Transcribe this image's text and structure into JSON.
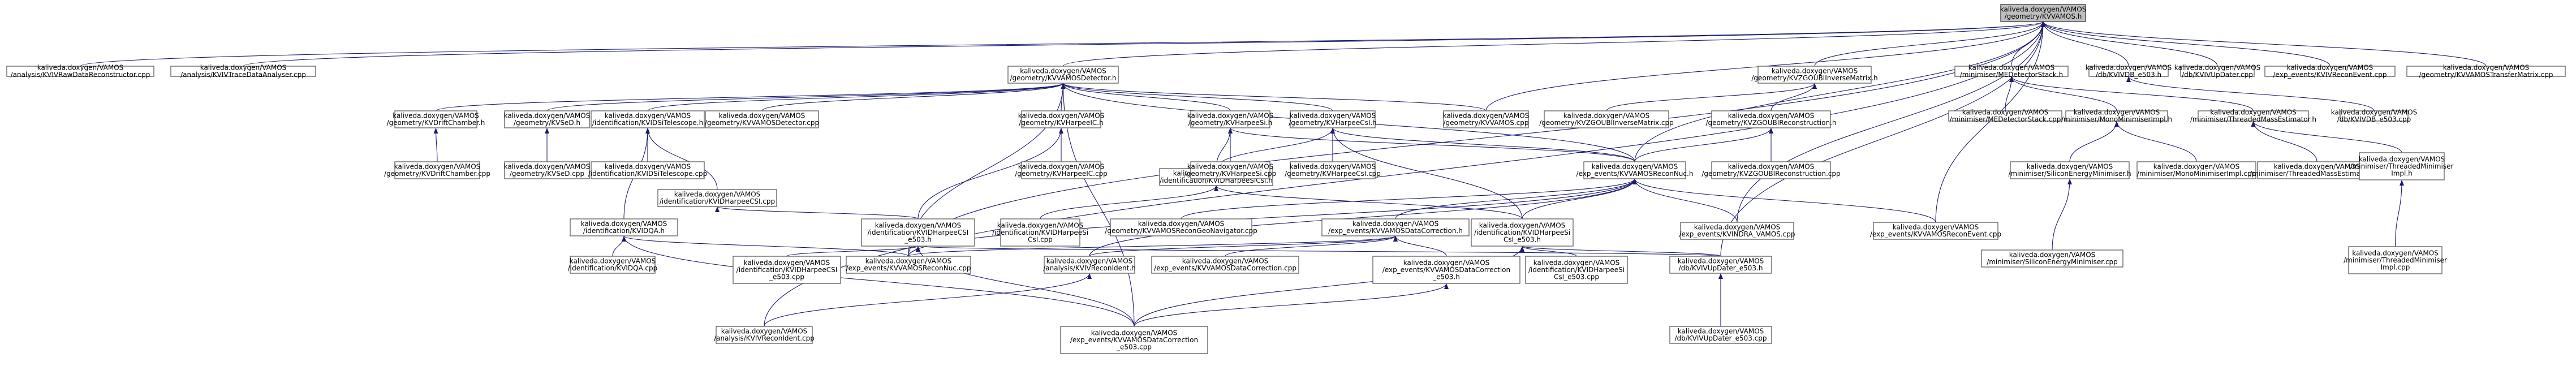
{
  "graph": {
    "nodes": [
      {
        "id": "root",
        "lines": [
          "kaliveda.doxygen/VAMOS",
          "/geometry/KVVAMOS.h"
        ],
        "root": true
      },
      {
        "id": "ana_raw",
        "lines": [
          "kaliveda.doxygen/VAMOS",
          "/analysis/KVIVRawDataReconstructor.cpp"
        ]
      },
      {
        "id": "ana_trace",
        "lines": [
          "kaliveda.doxygen/VAMOS",
          "/analysis/KVIVTraceDataAnalyser.cpp"
        ]
      },
      {
        "id": "det_h",
        "lines": [
          "kaliveda.doxygen/VAMOS",
          "/geometry/KVVAMOSDetector.h"
        ]
      },
      {
        "id": "zgoubi_inv_h",
        "lines": [
          "kaliveda.doxygen/VAMOS",
          "/geometry/KVZGOUBIInverseMatrix.h"
        ]
      },
      {
        "id": "mde_stack_h",
        "lines": [
          "kaliveda.doxygen/VAMOS",
          "/minimiser/MEDetectorStack.h"
        ]
      },
      {
        "id": "vdb_e503_h",
        "lines": [
          "kaliveda.doxygen/VAMOS",
          "/db/KVIVDB_e503.h"
        ]
      },
      {
        "id": "upd_cpp",
        "lines": [
          "kaliveda.doxygen/VAMOS",
          "/db/KVIVUpDater.cpp"
        ]
      },
      {
        "id": "recon_evt_cpp",
        "lines": [
          "kaliveda.doxygen/VAMOS",
          "/exp_events/KVIVReconEvent.cpp"
        ]
      },
      {
        "id": "transfer_cpp",
        "lines": [
          "kaliveda.doxygen/VAMOS",
          "/geometry/KVVAMOSTransferMatrix.cpp"
        ]
      },
      {
        "id": "drift_h",
        "lines": [
          "kaliveda.doxygen/VAMOS",
          "/geometry/KVDriftChamber.h"
        ]
      },
      {
        "id": "sed_h",
        "lines": [
          "kaliveda.doxygen/VAMOS",
          "/geometry/KVSeD.h"
        ]
      },
      {
        "id": "ssi_tel_h",
        "lines": [
          "kaliveda.doxygen/VAMOS",
          "/identification/KVIDSiTelescope.h"
        ]
      },
      {
        "id": "det_cpp",
        "lines": [
          "kaliveda.doxygen/VAMOS",
          "/geometry/KVVAMOSDetector.cpp"
        ]
      },
      {
        "id": "harpeeic_h",
        "lines": [
          "kaliveda.doxygen/VAMOS",
          "/geometry/KVHarpeeIC.h"
        ]
      },
      {
        "id": "harpeesi_h",
        "lines": [
          "kaliveda.doxygen/VAMOS",
          "/geometry/KVHarpeeSi.h"
        ]
      },
      {
        "id": "harpeecsi_h",
        "lines": [
          "kaliveda.doxygen/VAMOS",
          "/geometry/KVHarpeeCsI.h"
        ]
      },
      {
        "id": "vamos_cpp",
        "lines": [
          "kaliveda.doxygen/VAMOS",
          "/geometry/KVVAMOS.cpp"
        ]
      },
      {
        "id": "zgoubi_inv_cpp",
        "lines": [
          "kaliveda.doxygen/VAMOS",
          "/geometry/KVZGOUBIInverseMatrix.cpp"
        ]
      },
      {
        "id": "zgoubi_rec_h",
        "lines": [
          "kaliveda.doxygen/VAMOS",
          "/geometry/KVZGOUBIReconstruction.h"
        ]
      },
      {
        "id": "mde_stack_cpp",
        "lines": [
          "kaliveda.doxygen/VAMOS",
          "/minimiser/MEDetectorStack.cpp"
        ]
      },
      {
        "id": "monomin_h",
        "lines": [
          "kaliveda.doxygen/VAMOS",
          "/minimiser/MonoMinimiserImpl.h"
        ]
      },
      {
        "id": "thr_est_h",
        "lines": [
          "kaliveda.doxygen/VAMOS",
          "/minimiser/ThreadedMassEstimator.h"
        ]
      },
      {
        "id": "vdb_e503_cpp",
        "lines": [
          "kaliveda.doxygen/VAMOS",
          "/db/KVIVDB_e503.cpp"
        ]
      },
      {
        "id": "drift_cpp",
        "lines": [
          "kaliveda.doxygen/VAMOS",
          "/geometry/KVDriftChamber.cpp"
        ]
      },
      {
        "id": "sed_cpp",
        "lines": [
          "kaliveda.doxygen/VAMOS",
          "/geometry/KVSeD.cpp"
        ]
      },
      {
        "id": "ssi_tel_cpp",
        "lines": [
          "kaliveda.doxygen/VAMOS",
          "/identification/KVIDSiTelescope.cpp"
        ]
      },
      {
        "id": "harpeesi_csi_h",
        "lines": [
          "kaliveda.doxygen/VAMOS",
          "/identification/KVIDHarpeeSiCsI.h"
        ]
      },
      {
        "id": "harpeeic_cpp",
        "lines": [
          "kaliveda.doxygen/VAMOS",
          "/geometry/KVHarpeeIC.cpp"
        ]
      },
      {
        "id": "harpeesi_cpp",
        "lines": [
          "kaliveda.doxygen/VAMOS",
          "/geometry/KVHarpeeSi.cpp"
        ]
      },
      {
        "id": "harpeecsi_cpp",
        "lines": [
          "kaliveda.doxygen/VAMOS",
          "/geometry/KVHarpeeCsI.cpp"
        ]
      },
      {
        "id": "reconnuc_h",
        "lines": [
          "kaliveda.doxygen/VAMOS",
          "/exp_events/KVVAMOSReconNuc.h"
        ]
      },
      {
        "id": "zgoubi_rec_cpp",
        "lines": [
          "kaliveda.doxygen/VAMOS",
          "/geometry/KVZGOUBIReconstruction.cpp"
        ]
      },
      {
        "id": "si_energy_h",
        "lines": [
          "kaliveda.doxygen/VAMOS",
          "/minimiser/SiliconEnergyMinimiser.h"
        ]
      },
      {
        "id": "monomin_cpp",
        "lines": [
          "kaliveda.doxygen/VAMOS",
          "/minimiser/MonoMinimiserImpl.cpp"
        ]
      },
      {
        "id": "thr_est_cpp",
        "lines": [
          "kaliveda.doxygen/VAMOS",
          "/minimiser/ThreadedMassEstimator.cpp"
        ]
      },
      {
        "id": "thr_min_h",
        "lines": [
          "kaliveda.doxygen/VAMOS",
          "/minimiser/ThreadedMinimiser",
          "Impl.h"
        ]
      },
      {
        "id": "idqa_h",
        "lines": [
          "kaliveda.doxygen/VAMOS",
          "/identification/KVIDQA.h"
        ]
      },
      {
        "id": "harpeecsi_id_cpp",
        "lines": [
          "kaliveda.doxygen/VAMOS",
          "/identification/KVIDHarpeeCSI.cpp"
        ]
      },
      {
        "id": "harpeecsi_e503_h",
        "lines": [
          "kaliveda.doxygen/VAMOS",
          "/identification/KVIDHarpeeCSI",
          "_e503.h"
        ]
      },
      {
        "id": "harpeesi_csi_cpp",
        "lines": [
          "kaliveda.doxygen/VAMOS",
          "/identification/KVIDHarpeeSi",
          "CsI.cpp"
        ]
      },
      {
        "id": "recongeo_cpp",
        "lines": [
          "kaliveda.doxygen/VAMOS",
          "/geometry/KVVAMOSReconGeoNavigator.cpp"
        ]
      },
      {
        "id": "datacorr_h",
        "lines": [
          "kaliveda.doxygen/VAMOS",
          "/exp_events/KVVAMOSDataCorrection.h"
        ]
      },
      {
        "id": "harpeesi_csi_e503_h",
        "lines": [
          "kaliveda.doxygen/VAMOS",
          "/identification/KVIDHarpeeSi",
          "CsI_e503.h"
        ]
      },
      {
        "id": "indra_vamos_cpp",
        "lines": [
          "kaliveda.doxygen/VAMOS",
          "/exp_events/KVINDRA_VAMOS.cpp"
        ]
      },
      {
        "id": "reconevt_cpp",
        "lines": [
          "kaliveda.doxygen/VAMOS",
          "/exp_events/KVVAMOSReconEvent.cpp"
        ]
      },
      {
        "id": "si_energy_cpp",
        "lines": [
          "kaliveda.doxygen/VAMOS",
          "/minimiser/SiliconEnergyMinimiser.cpp"
        ]
      },
      {
        "id": "thr_min_cpp",
        "lines": [
          "kaliveda.doxygen/VAMOS",
          "/minimiser/ThreadedMinimiser",
          "Impl.cpp"
        ]
      },
      {
        "id": "idqa_cpp",
        "lines": [
          "kaliveda.doxygen/VAMOS",
          "/identification/KVIDQA.cpp"
        ]
      },
      {
        "id": "harpeecsi_e503_cpp",
        "lines": [
          "kaliveda.doxygen/VAMOS",
          "/identification/KVIDHarpeeCSI",
          "_e503.cpp"
        ]
      },
      {
        "id": "reconnuc_cpp",
        "lines": [
          "kaliveda.doxygen/VAMOS",
          "/exp_events/KVVAMOSReconNuc.cpp"
        ]
      },
      {
        "id": "reconident_h",
        "lines": [
          "kaliveda.doxygen/VAMOS",
          "/analysis/KVIVReconIdent.h"
        ]
      },
      {
        "id": "datacorr_cpp",
        "lines": [
          "kaliveda.doxygen/VAMOS",
          "/exp_events/KVVAMOSDataCorrection.cpp"
        ]
      },
      {
        "id": "datacorr_e503_h",
        "lines": [
          "kaliveda.doxygen/VAMOS",
          "/exp_events/KVVAMOSDataCorrection",
          "_e503.h"
        ]
      },
      {
        "id": "harpeesi_csi_e503_cpp",
        "lines": [
          "kaliveda.doxygen/VAMOS",
          "/identification/KVIDHarpeeSi",
          "CsI_e503.cpp"
        ]
      },
      {
        "id": "upd_e503_h",
        "lines": [
          "kaliveda.doxygen/VAMOS",
          "/db/KVIVUpDater_e503.h"
        ]
      },
      {
        "id": "reconident_cpp",
        "lines": [
          "kaliveda.doxygen/VAMOS",
          "/analysis/KVIVReconIdent.cpp"
        ]
      },
      {
        "id": "datacorr_e503_cpp",
        "lines": [
          "kaliveda.doxygen/VAMOS",
          "/exp_events/KVVAMOSDataCorrection",
          "_e503.cpp"
        ]
      },
      {
        "id": "upd_e503_cpp",
        "lines": [
          "kaliveda.doxygen/VAMOS",
          "/db/KVIVUpDater_e503.cpp"
        ]
      }
    ]
  }
}
